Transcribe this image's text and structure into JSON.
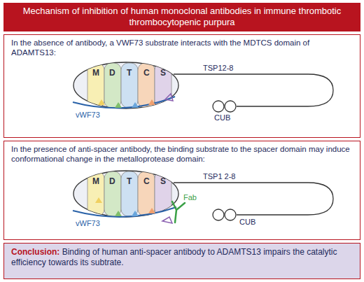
{
  "diagram": {
    "title": "Mechanism of inhibition of human monoclonal antibodies in immune thrombotic thrombocytopenic purpura",
    "nodes": [
      {
        "text": [
          "In the absence of antibody, a VWF73 substrate interacts with the MDTCS domain of ADAMTS13:"
        ]
      },
      {
        "text": [
          "In the presence of anti-spacer antibody, the binding substrate to the spacer domain may induce conformational change in the metalloprotease domain:"
        ]
      },
      {
        "text": [
          "Conclusion:",
          "Binding of human anti-spacer antibody to ADAMTS13 impairs the catalytic efficiency towards its subtrate."
        ]
      }
    ],
    "labels": [
      "M",
      "D",
      "T",
      "C",
      "S",
      "TSP12-8",
      "CUB",
      "vWF73",
      "M",
      "D",
      "T",
      "C",
      "S",
      "TSP1 2-8",
      "Fab",
      "CUB",
      "vWF73"
    ]
  }
}
